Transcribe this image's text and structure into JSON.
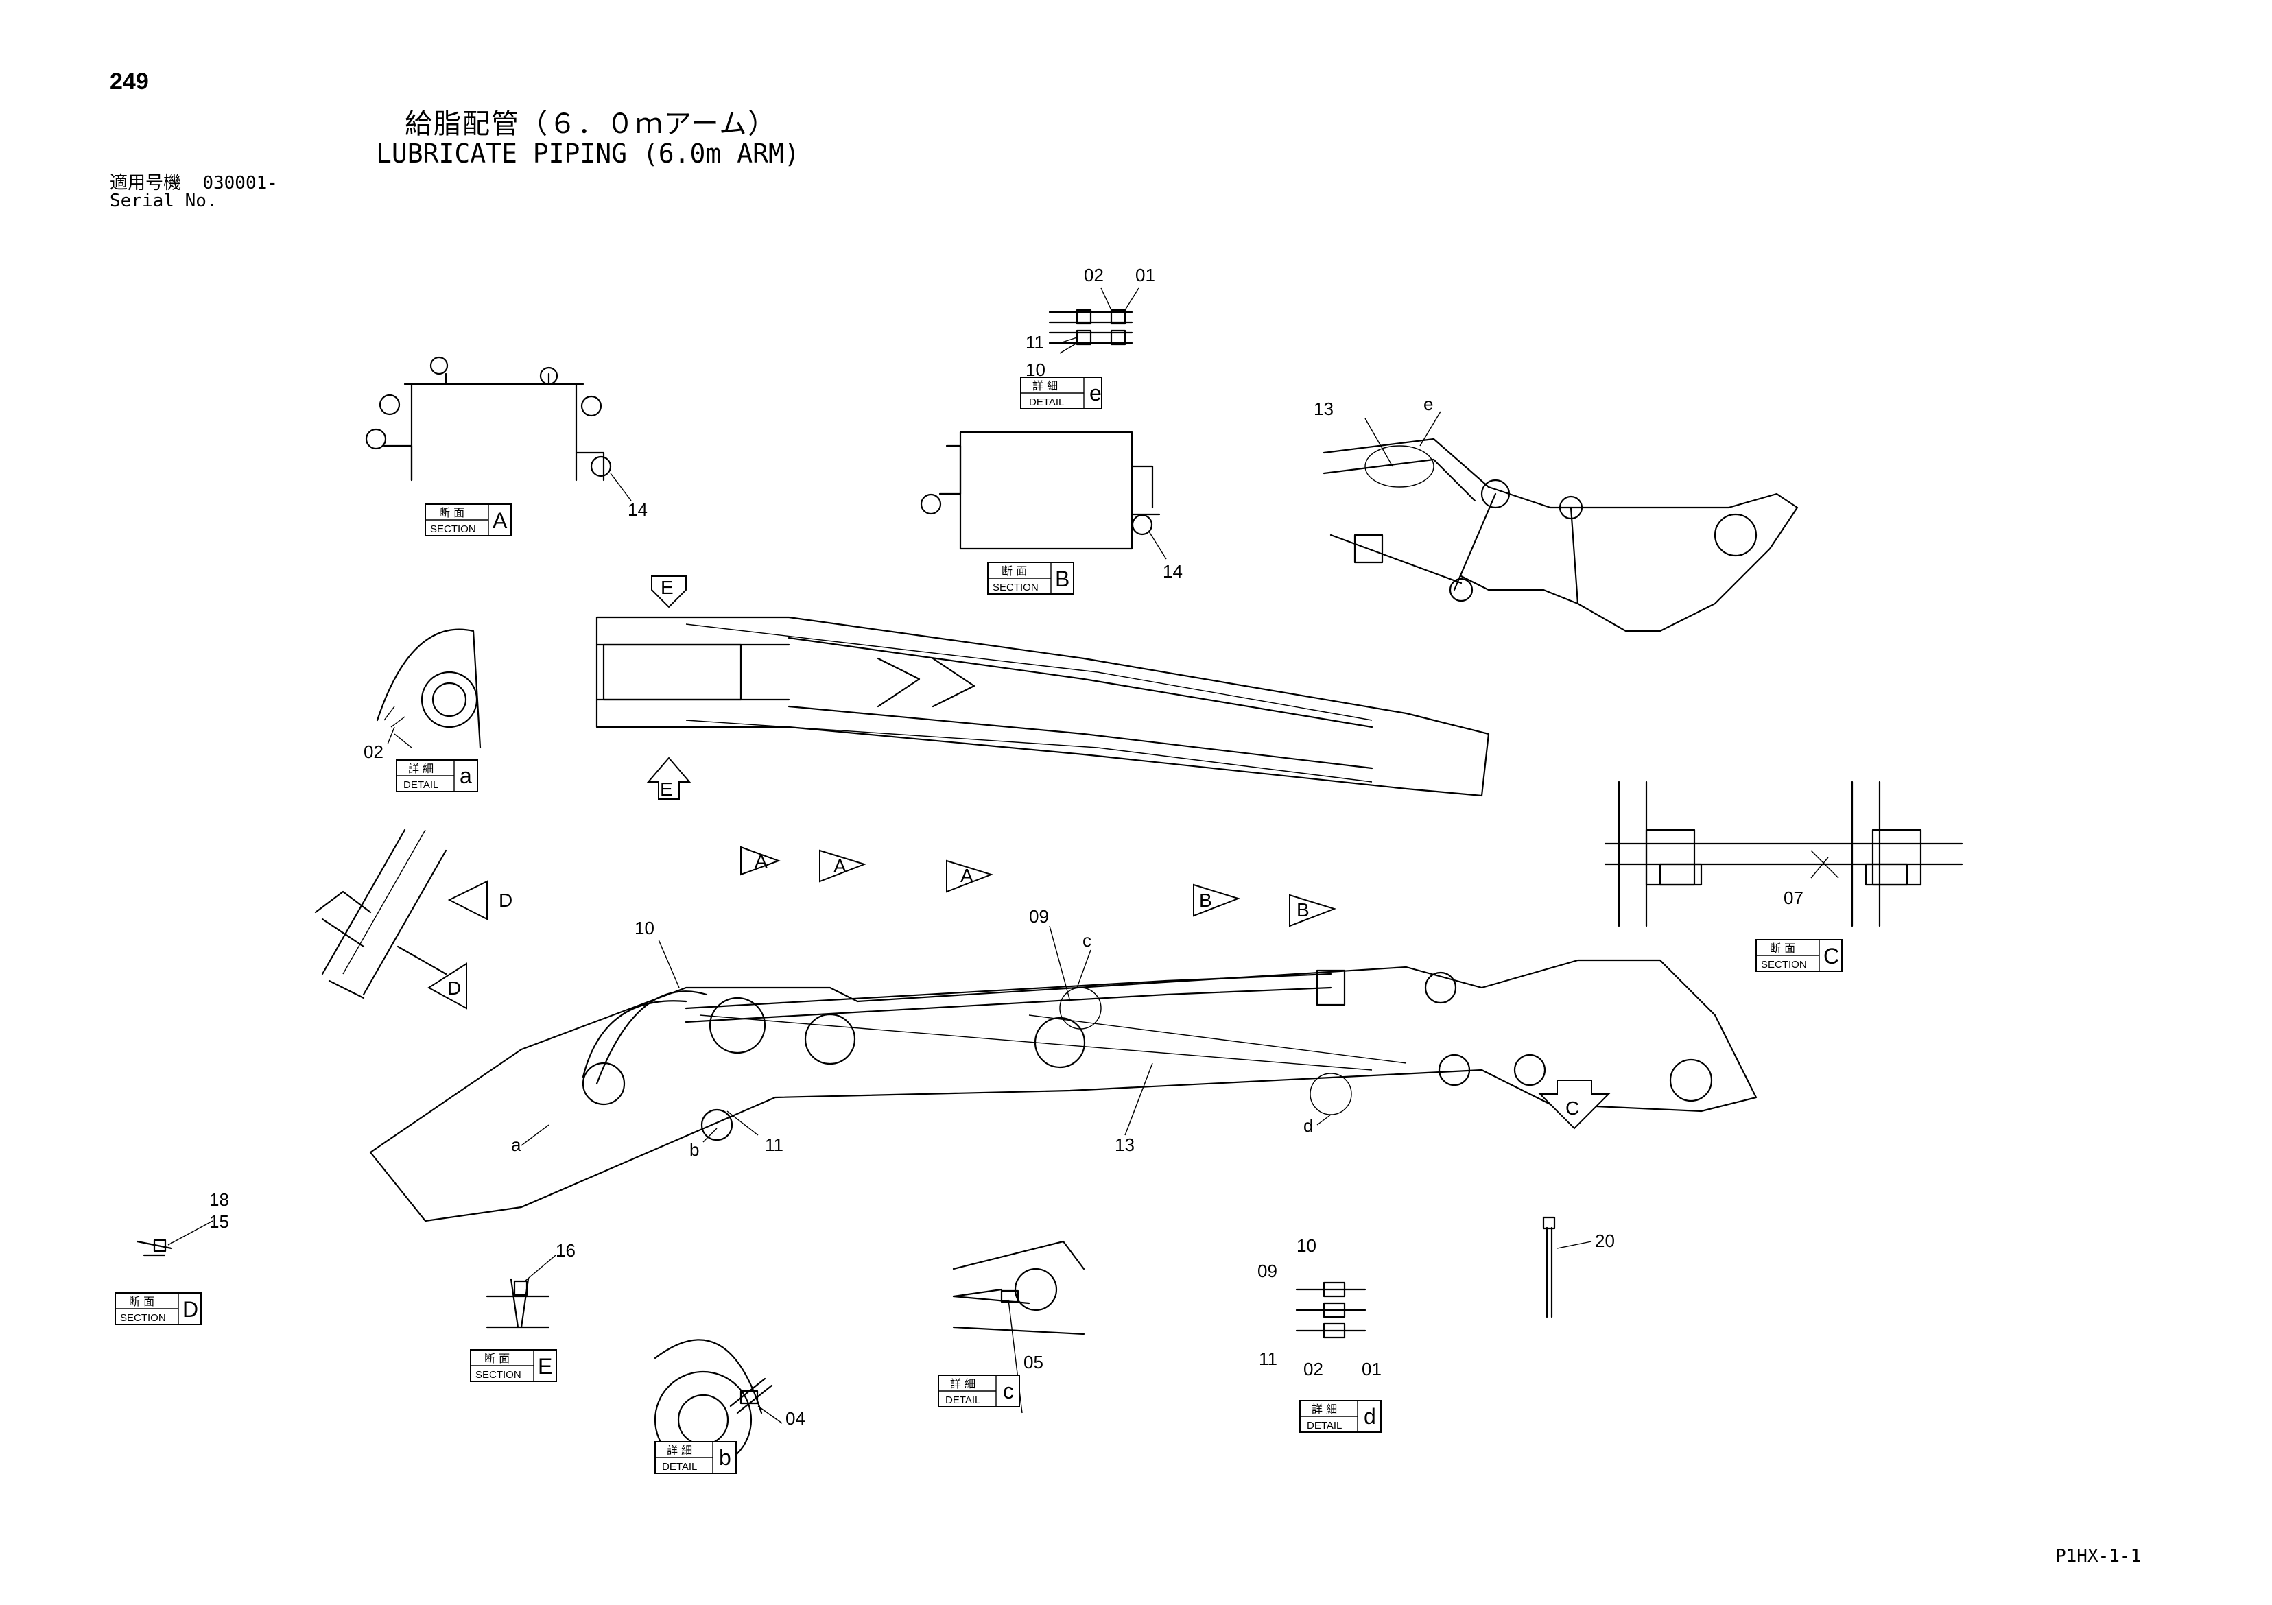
{
  "page_number": "249",
  "title_jp": "給脂配管（６．０ｍアーム）",
  "title_en": "LUBRICATE PIPING (6.0m ARM)",
  "serial_label_jp": "適用号機",
  "serial_value": "030001-",
  "serial_label_en": "Serial No.",
  "doc_code": "P1HX-1-1",
  "tag_jp_section": "断 面",
  "tag_jp_detail": "詳 細",
  "tag_en_section": "SECTION",
  "tag_en_detail": "DETAIL",
  "tags": [
    {
      "kind": "section",
      "letter": "A"
    },
    {
      "kind": "section",
      "letter": "B"
    },
    {
      "kind": "section",
      "letter": "C"
    },
    {
      "kind": "section",
      "letter": "D"
    },
    {
      "kind": "section",
      "letter": "E"
    },
    {
      "kind": "detail",
      "letter": "a"
    },
    {
      "kind": "detail",
      "letter": "b"
    },
    {
      "kind": "detail",
      "letter": "c"
    },
    {
      "kind": "detail",
      "letter": "d"
    },
    {
      "kind": "detail",
      "letter": "e"
    }
  ],
  "view_arrows": [
    "E",
    "E",
    "A",
    "A",
    "A",
    "B",
    "B",
    "C",
    "D",
    "D"
  ],
  "part_labels": [
    "01",
    "02",
    "04",
    "05",
    "07",
    "09",
    "10",
    "11",
    "13",
    "14",
    "15",
    "16",
    "18",
    "20"
  ],
  "detail_letters": [
    "a",
    "b",
    "c",
    "d",
    "e"
  ]
}
